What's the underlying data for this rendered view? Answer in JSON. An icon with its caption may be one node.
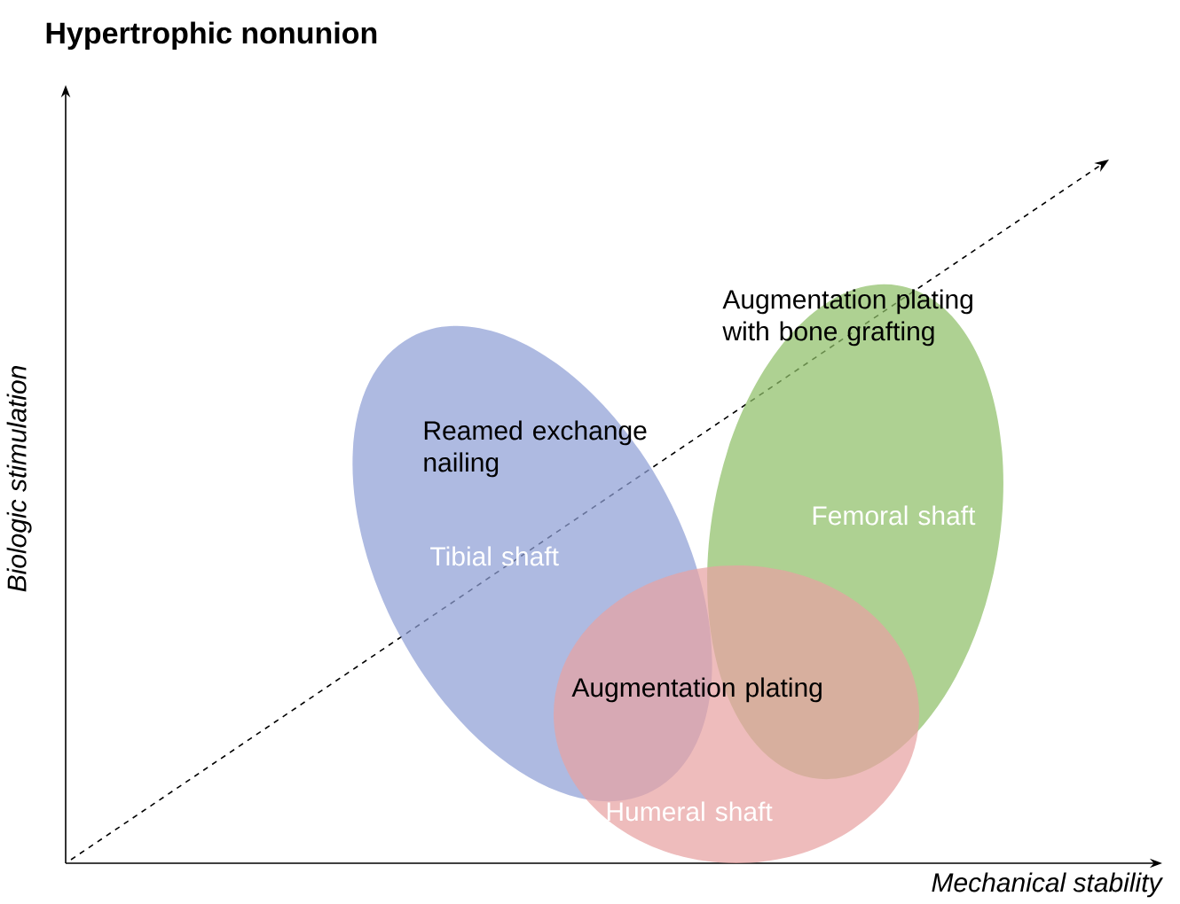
{
  "diagram": {
    "title": "Hypertrophic nonunion",
    "nodes": [
      {
        "text": [
          "Reamed exchange nailing",
          "Tibial shaft"
        ]
      },
      {
        "text": [
          "Augmentation plating with bone grafting",
          "Femoral shaft"
        ]
      },
      {
        "text": [
          "Augmentation plating",
          "Humeral shaft"
        ]
      }
    ],
    "labels": [
      "Biologic stimulation",
      "Mechanical stability"
    ]
  }
}
